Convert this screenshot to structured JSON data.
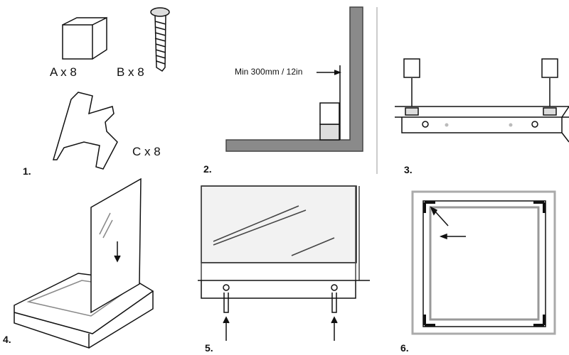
{
  "steps": [
    {
      "number": "1.",
      "parts": [
        {
          "label": "A x 8"
        },
        {
          "label": "B x 8"
        },
        {
          "label": "C x 8"
        }
      ]
    },
    {
      "number": "2.",
      "clearance_label": "Min 300mm / 12in"
    },
    {
      "number": "3."
    },
    {
      "number": "4."
    },
    {
      "number": "5."
    },
    {
      "number": "6."
    }
  ]
}
